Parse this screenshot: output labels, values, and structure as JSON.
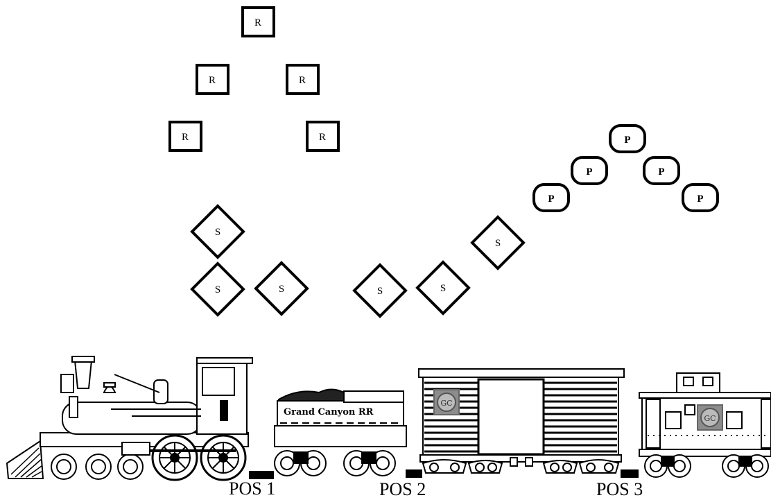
{
  "shapes": {
    "r_letter": "R",
    "s_letter": "S",
    "p_letter": "P"
  },
  "train": {
    "tender_text": "Grand Canyon RR",
    "car_logo_text": "GC"
  },
  "positions": {
    "pos1": "POS 1",
    "pos2": "POS 2",
    "pos3": "POS 3"
  },
  "colors": {
    "ink": "#000000",
    "background": "#ffffff",
    "logo_gray": "#8c8c8c"
  }
}
